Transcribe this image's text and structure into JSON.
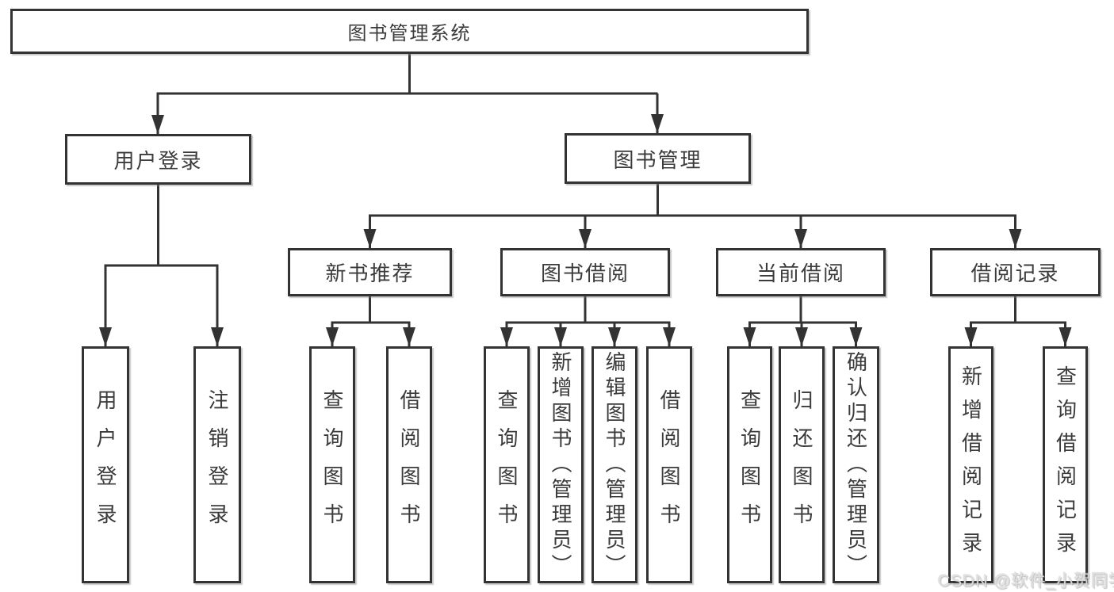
{
  "colors": {
    "line": "#333333",
    "text": "#3b3b3b",
    "background": "#ffffff",
    "watermark": "#dedede"
  },
  "tree": {
    "root": {
      "label": "图书管理系统"
    },
    "children": [
      {
        "label": "用户登录",
        "children": [
          {
            "label": "用户登录"
          },
          {
            "label": "注销登录"
          }
        ]
      },
      {
        "label": "图书管理",
        "children": [
          {
            "label": "新书推荐",
            "children": [
              {
                "label": "查询图书"
              },
              {
                "label": "借阅图书"
              }
            ]
          },
          {
            "label": "图书借阅",
            "children": [
              {
                "label": "查询图书"
              },
              {
                "label": "新增图书（管理员）"
              },
              {
                "label": "编辑图书（管理员）"
              },
              {
                "label": "借阅图书"
              }
            ]
          },
          {
            "label": "当前借阅",
            "children": [
              {
                "label": "查询图书"
              },
              {
                "label": "归还图书"
              },
              {
                "label": "确认归还（管理员）"
              }
            ]
          },
          {
            "label": "借阅记录",
            "children": [
              {
                "label": "新增借阅记录"
              },
              {
                "label": "查询借阅记录"
              }
            ]
          }
        ]
      }
    ]
  },
  "watermark": {
    "text": "CSDN @软件_小贺同学"
  }
}
